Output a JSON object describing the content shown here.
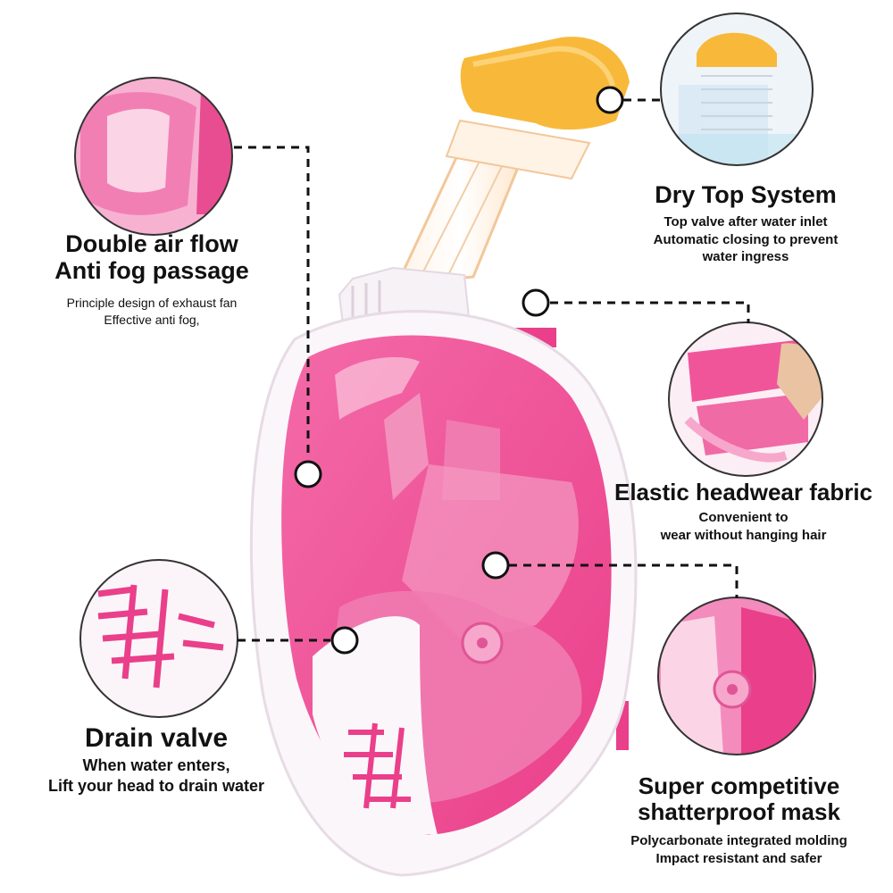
{
  "callouts": {
    "double_air": {
      "title_1": "Double air flow",
      "title_2": "Anti fog passage",
      "desc_1": "Principle design of exhaust fan",
      "desc_2": "Effective anti fog,"
    },
    "dry_top": {
      "title": "Dry Top System",
      "desc_1": "Top valve after water inlet",
      "desc_2": "Automatic closing to prevent",
      "desc_3": "water ingress"
    },
    "elastic": {
      "title": "Elastic headwear fabric",
      "desc_1": "Convenient to",
      "desc_2": "wear without hanging hair"
    },
    "drain": {
      "title": "Drain valve",
      "desc_1": "When water enters,",
      "desc_2": "Lift your head to drain water"
    },
    "shatterproof": {
      "title_1": "Super competitive",
      "title_2": "shatterproof mask",
      "desc_1": "Polycarbonate integrated molding",
      "desc_2": "Impact resistant and safer"
    }
  },
  "colors": {
    "mask_pink": "#f0559a",
    "pink_light": "#f7a7cb",
    "frame_white": "#fbf6fa",
    "valve_orange": "#f8b93a",
    "leader": "#111111"
  }
}
